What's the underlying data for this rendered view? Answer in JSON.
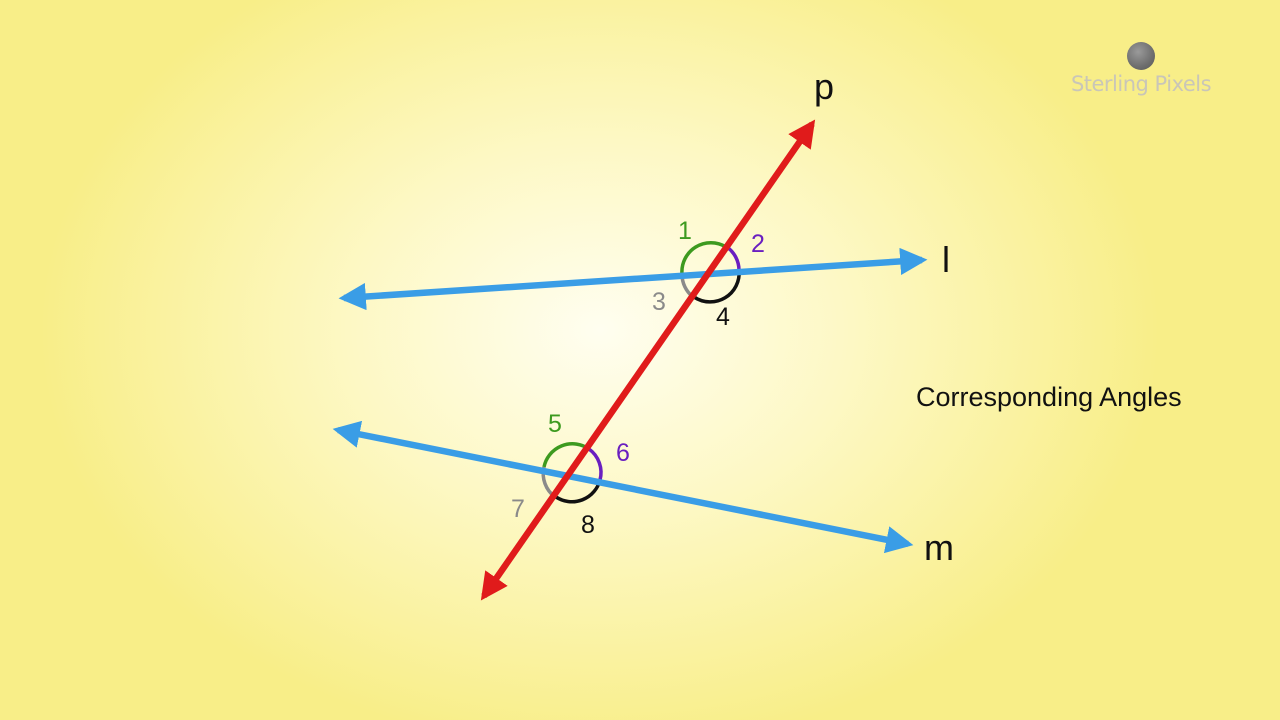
{
  "watermark": {
    "brand": "Sterling Pixels",
    "icon": "sterling-pixels-logo-icon"
  },
  "title": "Corresponding Angles",
  "lines": {
    "transversal": {
      "label": "p",
      "color": "#e01b1b"
    },
    "parallel_top": {
      "label": "l",
      "color": "#3a9de6"
    },
    "parallel_bottom": {
      "label": "m",
      "color": "#3a9de6"
    }
  },
  "angles": [
    {
      "number": "1",
      "color": "#3d9a1f"
    },
    {
      "number": "2",
      "color": "#6a1fc0"
    },
    {
      "number": "3",
      "color": "#8a8a8a"
    },
    {
      "number": "4",
      "color": "#111111"
    },
    {
      "number": "5",
      "color": "#3d9a1f"
    },
    {
      "number": "6",
      "color": "#6a1fc0"
    },
    {
      "number": "7",
      "color": "#8a8a8a"
    },
    {
      "number": "8",
      "color": "#111111"
    }
  ]
}
